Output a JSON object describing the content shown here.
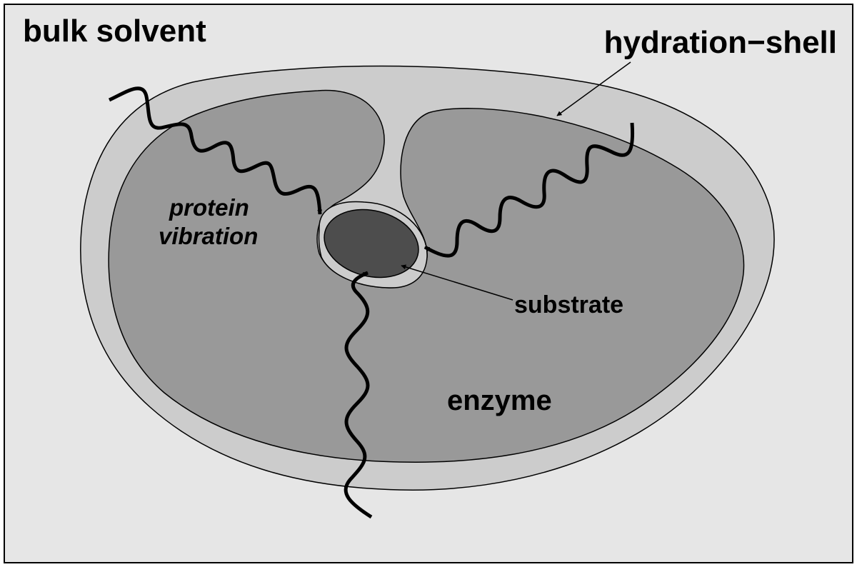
{
  "labels": {
    "bulk_solvent": "bulk solvent",
    "hydration_shell": "hydration−shell",
    "protein_vibration_line1": "protein",
    "protein_vibration_line2": "vibration",
    "substrate": "substrate",
    "enzyme": "enzyme"
  },
  "colors": {
    "bulk_solvent": "#e6e6e6",
    "hydration_shell": "#cccccc",
    "enzyme": "#999999",
    "substrate": "#4d4d4d",
    "stroke": "#000000"
  }
}
